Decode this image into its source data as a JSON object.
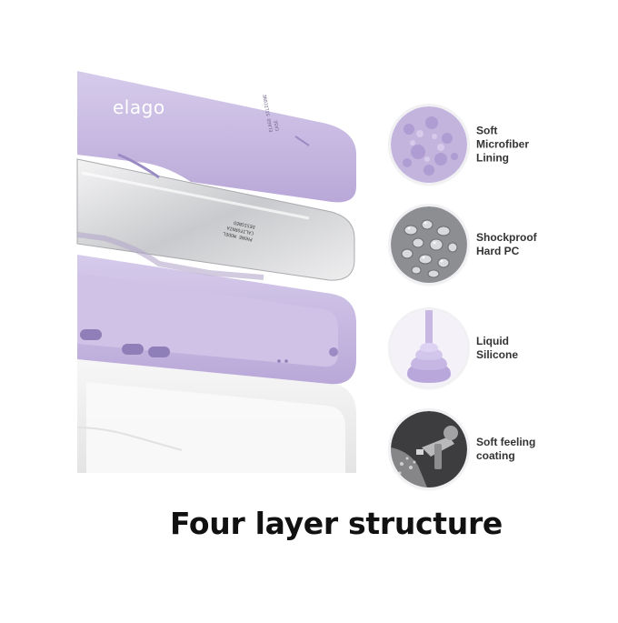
{
  "brand": {
    "logo_text": "elago"
  },
  "layers": [
    {
      "name": "Soft Microfiber Lining",
      "label": "Soft\nMicrofiber\nLining",
      "icon": "microfiber-texture-icon"
    },
    {
      "name": "Shockproof Hard PC",
      "label": "Shockproof\nHard PC",
      "icon": "pc-pellets-icon"
    },
    {
      "name": "Liquid Silicone",
      "label": "Liquid\nSilicone",
      "icon": "liquid-silicone-icon"
    },
    {
      "name": "Soft feeling coating",
      "label": "Soft feeling\ncoating",
      "icon": "spray-gun-icon"
    }
  ],
  "headline": "Four layer structure",
  "colors": {
    "lavender": "#c8b9e2",
    "lavender_dark": "#a895cf",
    "clear_pc": "#d9dadc",
    "coating": "#f1f1f1",
    "text": "#111111"
  }
}
